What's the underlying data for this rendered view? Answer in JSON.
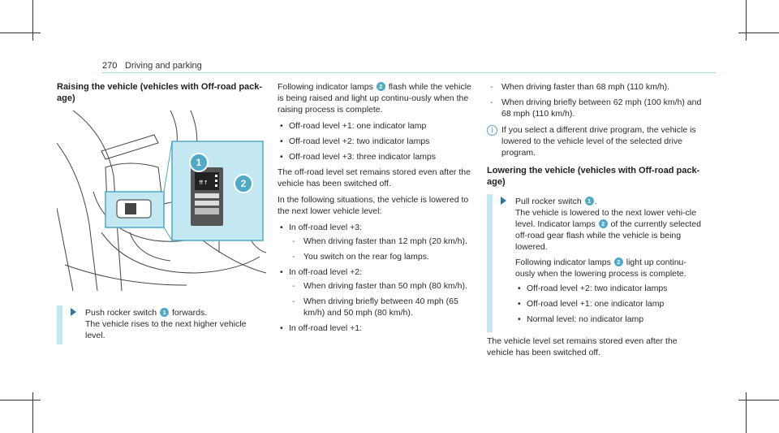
{
  "header": {
    "page_number": "270",
    "section": "Driving and parking"
  },
  "col1": {
    "heading": "Raising the vehicle (vehicles with Off-road pack-age)",
    "figure": {
      "callouts": [
        "1",
        "2"
      ]
    },
    "step": {
      "pre": "Push rocker switch",
      "num": "1",
      "post": "forwards.",
      "line2": "The vehicle rises to the next higher vehicle level."
    }
  },
  "col2": {
    "p1_pre": "Following indicator lamps",
    "p1_num": "2",
    "p1_post": "flash while the vehicle is being raised and light up continu-ously when the raising process is complete.",
    "bullets": [
      "Off-road level +1: one indicator lamp",
      "Off-road level +2: two indicator lamps",
      "Off-road level +3: three indicator lamps"
    ],
    "p2": "The off-road level set remains stored even after the vehicle has been switched off.",
    "p3": "In the following situations, the vehicle is lowered to the next lower vehicle level:",
    "situations": [
      {
        "label": "In off-road level +3:",
        "items": [
          "When driving faster than 12 mph (20 km/h).",
          "You switch on the rear fog lamps."
        ]
      },
      {
        "label": "In off-road level +2:",
        "items": [
          "When driving faster than 50 mph (80 km/h).",
          "When driving briefly between 40 mph (65 km/h) and 50 mph (80 km/h)."
        ]
      },
      {
        "label": "In off-road level +1:",
        "items": []
      }
    ]
  },
  "col3": {
    "dashes": [
      "When driving faster than 68 mph (110 km/h).",
      "When driving briefly between 62 mph (100 km/h) and 68 mph (110 km/h)."
    ],
    "info": "If you select a different drive program, the vehicle is lowered to the vehicle level of the selected drive program.",
    "heading": "Lowering the vehicle (vehicles with Off-road pack-age)",
    "step_pre": "Pull rocker switch",
    "step_num": "1",
    "step_post": ".",
    "step_l2_pre": "The vehicle is lowered to the next lower vehi-cle level. Indicator lamps",
    "step_l2_num": "2",
    "step_l2_post": "of the currently selected off-road gear flash while the vehicle is being lowered.",
    "step_l3_pre": "Following indicator lamps",
    "step_l3_num": "2",
    "step_l3_post": "light up continu-ously when the lowering process is complete.",
    "bullets": [
      "Off-road level +2: two indicator lamps",
      "Off-road level +1: one indicator lamp",
      "Normal level: no indicator lamp"
    ],
    "final": "The vehicle level set remains stored even after the vehicle has been switched off."
  },
  "colors": {
    "accent": "#4fa9c8",
    "highlight": "#c4e8f2",
    "rule": "#9fd6e2"
  }
}
